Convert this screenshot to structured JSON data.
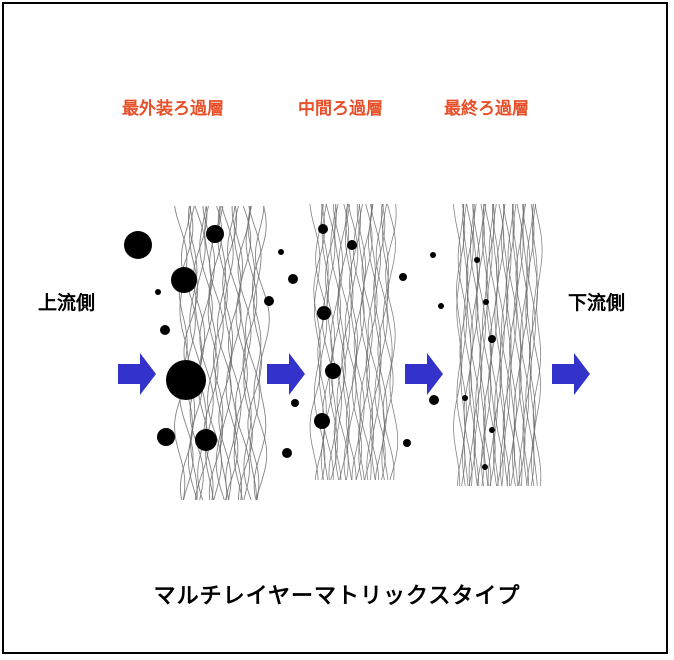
{
  "colors": {
    "accent": "#e8502a",
    "arrow": "#3333cc",
    "fiber": "#6f6f6f",
    "particle": "#000000"
  },
  "layers": [
    {
      "label": "最外装ろ過層"
    },
    {
      "label": "中間ろ過層"
    },
    {
      "label": "最終ろ過層"
    }
  ],
  "upstream_label": "上流側",
  "downstream_label": "下流側",
  "caption": "マルチレイヤーマトリックスタイプ"
}
